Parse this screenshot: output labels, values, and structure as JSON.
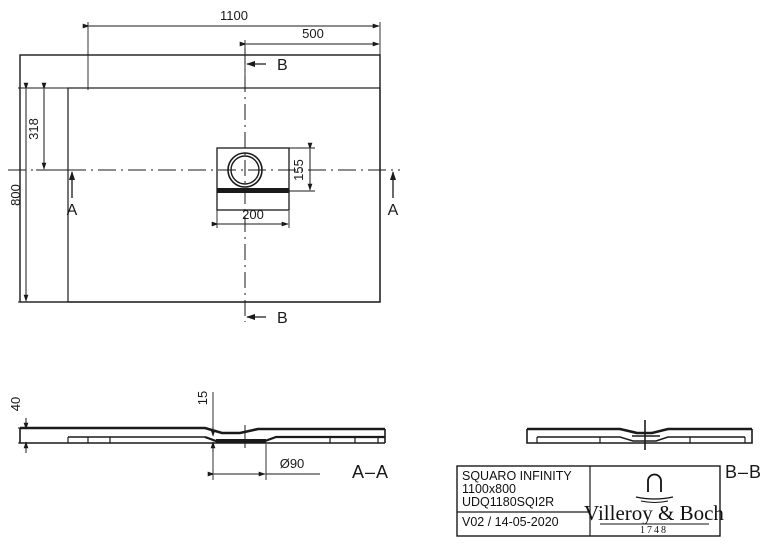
{
  "drawing": {
    "type": "technical-drawing",
    "units": "mm",
    "top_view": {
      "name": "plan-view",
      "width_label": "1100",
      "height_label": "800",
      "offset_label": "500",
      "drain_offset_label": "318",
      "drain_box_width_label": "200",
      "drain_box_height_label": "155",
      "section_marks": [
        {
          "label": "A",
          "position": "left"
        },
        {
          "label": "A",
          "position": "right"
        },
        {
          "label": "B",
          "position": "top"
        },
        {
          "label": "B",
          "position": "bottom"
        }
      ]
    },
    "section_aa": {
      "name": "section-a-a",
      "title": "A–A",
      "thickness_label": "40",
      "drain_depth_label": "15",
      "drain_diameter_label": "Ø90"
    },
    "section_bb": {
      "name": "section-b-b",
      "title": "B–B"
    },
    "title_block": {
      "product_name": "SQUARO INFINITY",
      "size": "1100x800",
      "article_number": "UDQ1180SQI2R",
      "revision": "V02 / 14-05-2020",
      "brand": "Villeroy & Boch",
      "brand_year": "1748"
    }
  },
  "colors": {
    "line": "#1a1a1a",
    "background": "#ffffff"
  }
}
